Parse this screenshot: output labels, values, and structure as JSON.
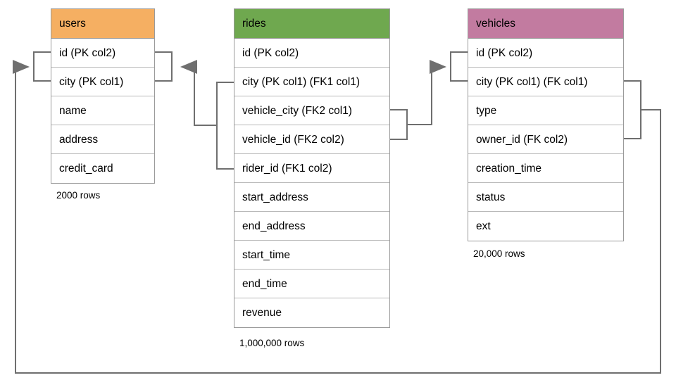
{
  "diagram": {
    "type": "entity-relationship-diagram",
    "line_color": "#6f6f6f",
    "border_color": "#9a9a9a"
  },
  "entities": [
    {
      "name": "users",
      "header_color": "#F5AF62",
      "row_count_label": "2000 rows",
      "fields": [
        "id (PK col2)",
        "city (PK col1)",
        "name",
        "address",
        "credit_card"
      ]
    },
    {
      "name": "rides",
      "header_color": "#6FA84F",
      "row_count_label": "1,000,000 rows",
      "fields": [
        "id (PK col2)",
        "city (PK col1) (FK1 col1)",
        "vehicle_city (FK2 col1)",
        "vehicle_id (FK2 col2)",
        "rider_id (FK1 col2)",
        "start_address",
        "end_address",
        "start_time",
        "end_time",
        "revenue"
      ]
    },
    {
      "name": "vehicles",
      "header_color": "#C27BA0",
      "row_count_label": "20,000 rows",
      "fields": [
        "id (PK col2)",
        "city (PK col1) (FK col1)",
        "type",
        "owner_id (FK col2)",
        "creation_time",
        "status",
        "ext"
      ]
    }
  ],
  "relationships": [
    {
      "name": "rides-rider-to-users",
      "from": "rides.city + rides.rider_id (FK1)",
      "to": "users.city + users.id (PK)",
      "arrow": "points-left-into-users"
    },
    {
      "name": "rides-vehicle-to-vehicles",
      "from": "rides.vehicle_city + rides.vehicle_id (FK2)",
      "to": "vehicles.city + vehicles.id (PK)",
      "arrow": "points-right-into-vehicles"
    },
    {
      "name": "vehicles-owner-to-users",
      "from": "vehicles.city + vehicles.owner_id (FK)",
      "to": "users.city + users.id (PK)",
      "arrow": "points-right-into-users"
    }
  ]
}
